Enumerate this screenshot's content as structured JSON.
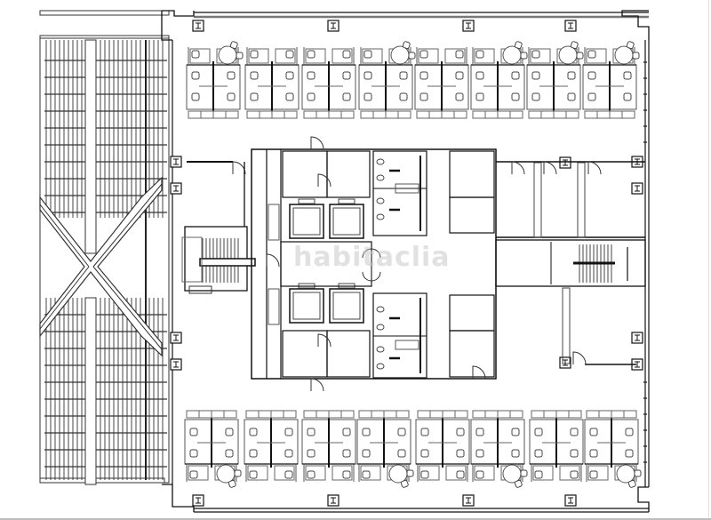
{
  "watermark": {
    "text": "habitaclia"
  },
  "plan": {
    "type": "office-floor-plan",
    "colors": {
      "line": "#222222",
      "light_line": "#666666",
      "background": "#ffffff",
      "watermark": "#c8c8c8"
    },
    "zones": [
      {
        "name": "atrium-skylight",
        "description": "glazed atrium with X-shaped bracing"
      },
      {
        "name": "north-open-office",
        "workstation_clusters": 8
      },
      {
        "name": "south-open-office",
        "workstation_clusters": 8
      },
      {
        "name": "central-core",
        "elements": [
          "stairs-west",
          "elevators-4",
          "restrooms-4",
          "lobby",
          "service-rooms"
        ]
      },
      {
        "name": "east-offices",
        "elements": [
          "private-offices-3",
          "stairs-east",
          "office-south-east"
        ]
      }
    ]
  }
}
